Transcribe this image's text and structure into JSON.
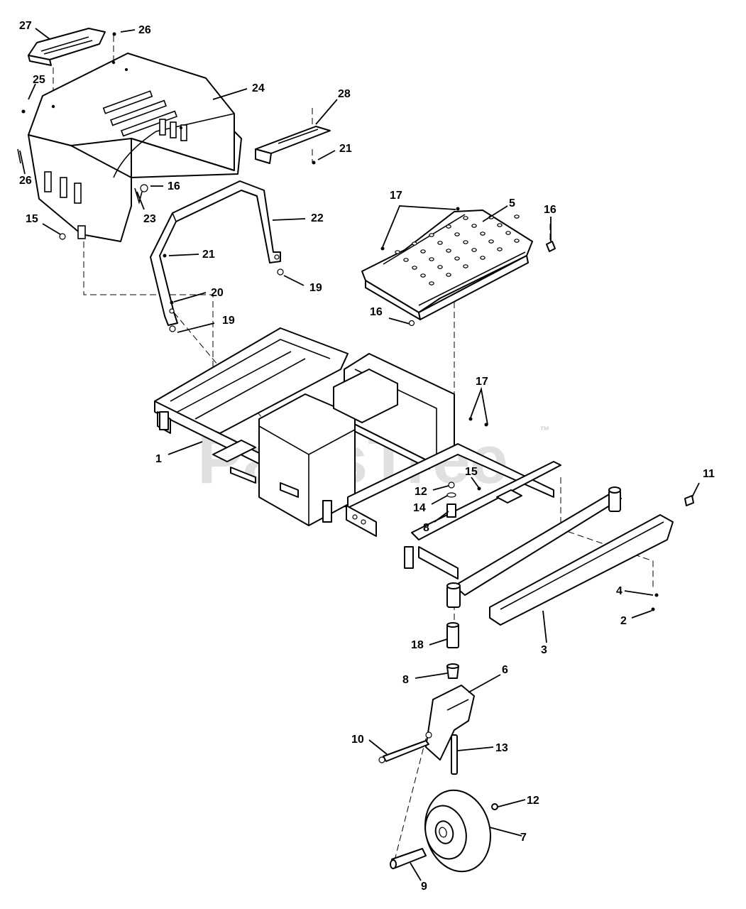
{
  "watermark": {
    "text": "PartsTree",
    "trademark": "™"
  },
  "callouts": [
    {
      "id": "c27",
      "label": "27"
    },
    {
      "id": "c26a",
      "label": "26"
    },
    {
      "id": "c25",
      "label": "25"
    },
    {
      "id": "c24",
      "label": "24"
    },
    {
      "id": "c28",
      "label": "28"
    },
    {
      "id": "c21a",
      "label": "21"
    },
    {
      "id": "c26b",
      "label": "26"
    },
    {
      "id": "c16a",
      "label": "16"
    },
    {
      "id": "c23",
      "label": "23"
    },
    {
      "id": "c22",
      "label": "22"
    },
    {
      "id": "c15a",
      "label": "15"
    },
    {
      "id": "c21b",
      "label": "21"
    },
    {
      "id": "c20",
      "label": "20"
    },
    {
      "id": "c19a",
      "label": "19"
    },
    {
      "id": "c19b",
      "label": "19"
    },
    {
      "id": "c17a",
      "label": "17"
    },
    {
      "id": "c5",
      "label": "5"
    },
    {
      "id": "c16b",
      "label": "16"
    },
    {
      "id": "c16c",
      "label": "16"
    },
    {
      "id": "c17b",
      "label": "17"
    },
    {
      "id": "c1",
      "label": "1"
    },
    {
      "id": "c15b",
      "label": "15"
    },
    {
      "id": "c12a",
      "label": "12"
    },
    {
      "id": "c14",
      "label": "14"
    },
    {
      "id": "c8a",
      "label": "8"
    },
    {
      "id": "c11",
      "label": "11"
    },
    {
      "id": "c4",
      "label": "4"
    },
    {
      "id": "c2",
      "label": "2"
    },
    {
      "id": "c3",
      "label": "3"
    },
    {
      "id": "c18",
      "label": "18"
    },
    {
      "id": "c8b",
      "label": "8"
    },
    {
      "id": "c6",
      "label": "6"
    },
    {
      "id": "c10",
      "label": "10"
    },
    {
      "id": "c13",
      "label": "13"
    },
    {
      "id": "c12b",
      "label": "12"
    },
    {
      "id": "c7",
      "label": "7"
    },
    {
      "id": "c9",
      "label": "9"
    }
  ]
}
